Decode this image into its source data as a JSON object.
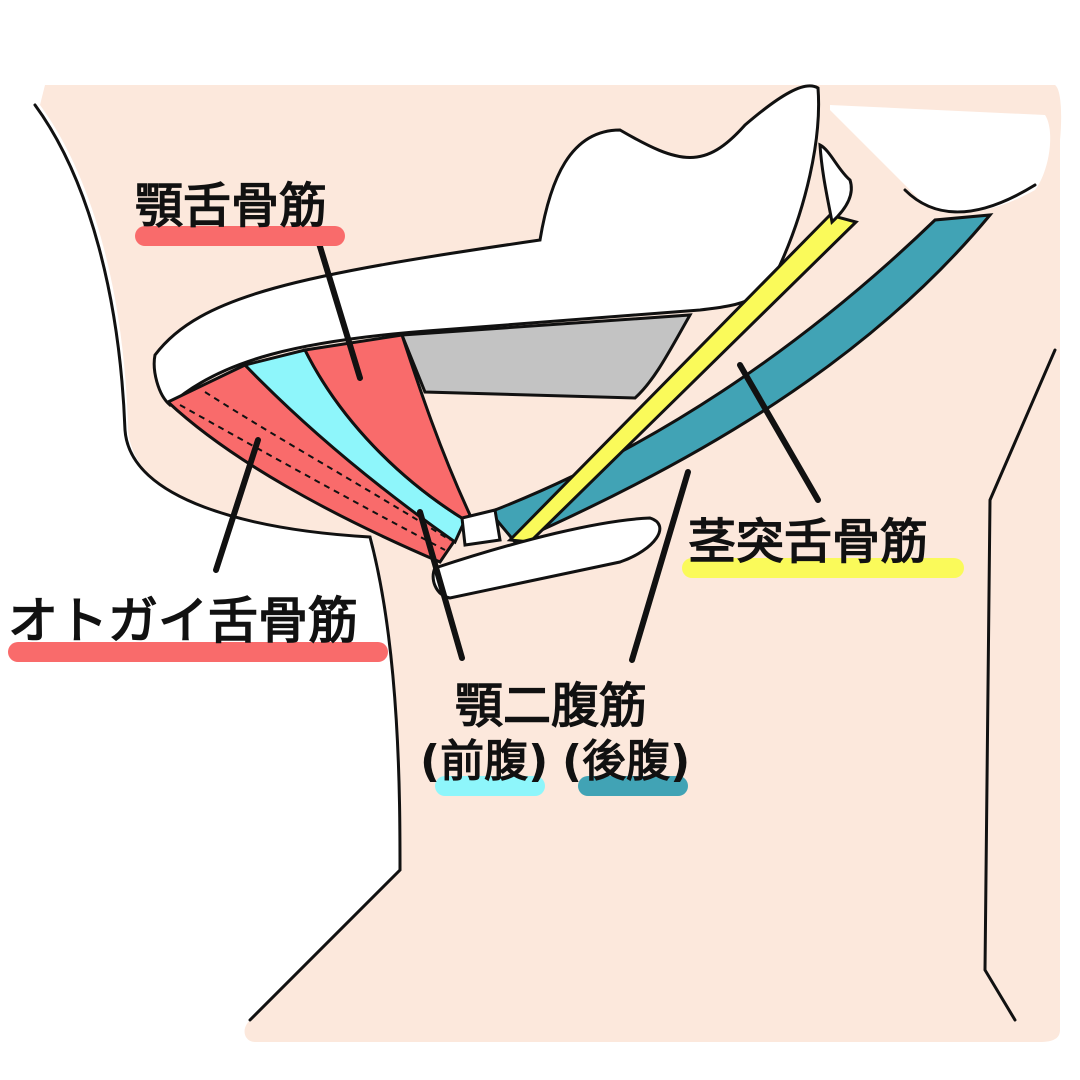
{
  "labels": {
    "mylohyoid": "顎舌骨筋",
    "geniohyoid": "オトガイ舌骨筋",
    "stylohyoid": "茎突舌骨筋",
    "digastric": "顎二腹筋",
    "anterior_belly": "(前腹)",
    "posterior_belly": "(後腹)"
  },
  "colors": {
    "skin": "#fce8dc",
    "mylohyoid": "#f96b6b",
    "geniohyoid": "#f96b6b",
    "anterior_belly": "#8ef6fb",
    "posterior_belly": "#41a3b5",
    "stylohyoid": "#fafa5a",
    "bone": "#ffffff",
    "gray": "#c3c3c3"
  }
}
